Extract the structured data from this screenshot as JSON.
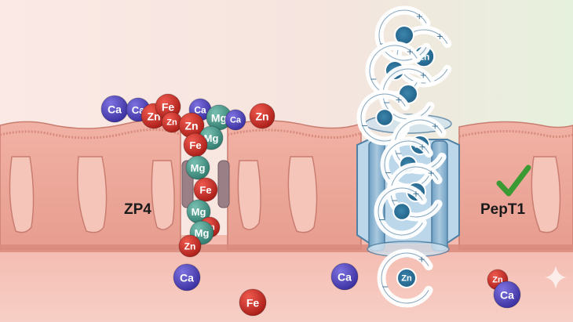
{
  "labels": {
    "left_transporter": "ZP4",
    "right_transporter": "PepT1"
  },
  "ions": {
    "ca": "Ca",
    "zn": "Zn",
    "fe": "Fe",
    "mg": "Mg"
  },
  "chelate_charges": {
    "plus": "+",
    "minus": "−"
  },
  "icons": {
    "check": "check-icon",
    "sparkle": "sparkle-icon"
  },
  "colors": {
    "ca": "#4a3fb4",
    "zn": "#c8352d",
    "fe": "#c42a24",
    "mg": "#3e8f82",
    "check": "#3c9a35",
    "transporter": "#7fa9c8",
    "tissue": "#e9a598"
  }
}
